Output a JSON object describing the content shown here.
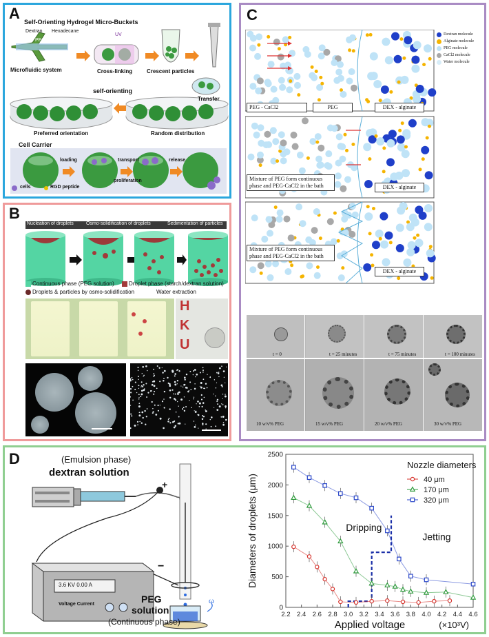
{
  "panelA": {
    "letter": "A",
    "title": "Self-Orienting Hydrogel Micro-Buckets",
    "dextran": "Dextran",
    "hexadecane": "Hexadecane",
    "pegda": "PEGDA",
    "uv": "UV",
    "microfluidic": "Microfluidic system",
    "crosslinking": "Cross-linking",
    "crescent": "Crescent particles",
    "transfer": "Transfer",
    "self_orienting": "self-orienting",
    "preferred": "Preferred orientation",
    "random": "Random distribution",
    "cell_carrier": "Cell Carrier",
    "loading": "loading",
    "transport": "transport",
    "release": "release",
    "proliferation": "proliferation",
    "cells": "cells",
    "rgd": "RGD peptide"
  },
  "panelB": {
    "letter": "B",
    "stage1": "Nucleation of droplets",
    "stage2": "Osmo-solidification of droplets",
    "stage3": "Sedimentation of particles",
    "legend_continuous": "Continuous phase (PEG solution)",
    "legend_droplet": "Droplet phase (starch/dextran solution)",
    "legend_particles": "Droplets & particles by osmo-solidification",
    "legend_water": "Water extraction",
    "letters": [
      "H",
      "K",
      "U"
    ]
  },
  "panelC": {
    "letter": "C",
    "legend": [
      "Dextran molecule",
      "Alginate molecule",
      "PEG molecule",
      "CaCl2 molecule",
      "Water molecule"
    ],
    "legend_colors": [
      "#1f3fc9",
      "#f5b400",
      "#bfe3f7",
      "#a8a8a8",
      "#d7edf8"
    ],
    "row1_left": "PEG - CaCl2",
    "row1_mid": "PEG",
    "dex_alginate": "DEX - alginate",
    "mixture_line1": "Mixture of PEG form continuous",
    "mixture_line2": "phase and PEG-CaCl2 in the bath",
    "time_labels": [
      "t = 0",
      "t = 25 minutes",
      "t = 75 minutes",
      "t = 100 minutes"
    ],
    "peg_labels": [
      "10 w/v% PEG",
      "15 w/v% PEG",
      "20 w/v% PEG",
      "30 w/v% PEG"
    ]
  },
  "panelD": {
    "letter": "D",
    "emulsion": "(Emulsion phase)",
    "dextran": "dextran solution",
    "plus": "+",
    "minus": "−",
    "display": "3.6 KV  0.00 A",
    "voltage_current": "Voltage  Current",
    "peg": "PEG",
    "solution": "solution",
    "continuous": "(Continuous phase)",
    "omega": "ω"
  },
  "chart_data": {
    "type": "line",
    "xlabel": "Applied voltage",
    "xunit": "(×10³V)",
    "ylabel": "Diameters of droplets (μm)",
    "xlim": [
      2.2,
      4.6
    ],
    "ylim": [
      0,
      2500
    ],
    "xticks": [
      "2.2",
      "2.4",
      "2.6",
      "2.8",
      "3.0",
      "3.2",
      "3.4",
      "3.6",
      "3.8",
      "4.0",
      "4.2",
      "4.4",
      "4.6"
    ],
    "yticks": [
      "0",
      "500",
      "1000",
      "1500",
      "2000",
      "2500"
    ],
    "legend_title": "Nozzle diameters",
    "regions": [
      "Dripping",
      "Jetting"
    ],
    "boundary": [
      [
        3.0,
        0
      ],
      [
        3.0,
        100
      ],
      [
        3.3,
        100
      ],
      [
        3.3,
        900
      ],
      [
        3.55,
        900
      ],
      [
        3.55,
        1500
      ],
      [
        3.55,
        1500
      ]
    ],
    "series": [
      {
        "name": "40 μm",
        "color": "#d6302a",
        "marker": "circle",
        "points": [
          [
            2.3,
            990
          ],
          [
            2.5,
            830
          ],
          [
            2.6,
            660
          ],
          [
            2.7,
            460
          ],
          [
            2.8,
            300
          ],
          [
            2.9,
            90
          ],
          [
            3.1,
            80
          ],
          [
            3.3,
            100
          ],
          [
            3.5,
            110
          ],
          [
            3.7,
            90
          ],
          [
            3.9,
            80
          ],
          [
            4.1,
            100
          ],
          [
            4.3,
            110
          ]
        ]
      },
      {
        "name": "170 μm",
        "color": "#2e9a3c",
        "marker": "triangle",
        "points": [
          [
            2.3,
            1790
          ],
          [
            2.5,
            1660
          ],
          [
            2.7,
            1390
          ],
          [
            2.9,
            1080
          ],
          [
            3.1,
            590
          ],
          [
            3.3,
            390
          ],
          [
            3.5,
            360
          ],
          [
            3.6,
            340
          ],
          [
            3.7,
            290
          ],
          [
            3.8,
            260
          ],
          [
            4.0,
            240
          ],
          [
            4.25,
            250
          ],
          [
            4.6,
            160
          ]
        ]
      },
      {
        "name": "320 μm",
        "color": "#2946c9",
        "marker": "square",
        "points": [
          [
            2.3,
            2290
          ],
          [
            2.5,
            2120
          ],
          [
            2.7,
            1990
          ],
          [
            2.9,
            1860
          ],
          [
            3.1,
            1790
          ],
          [
            3.3,
            1620
          ],
          [
            3.5,
            1250
          ],
          [
            3.65,
            790
          ],
          [
            3.8,
            510
          ],
          [
            4.0,
            450
          ],
          [
            4.6,
            380
          ]
        ]
      }
    ]
  }
}
